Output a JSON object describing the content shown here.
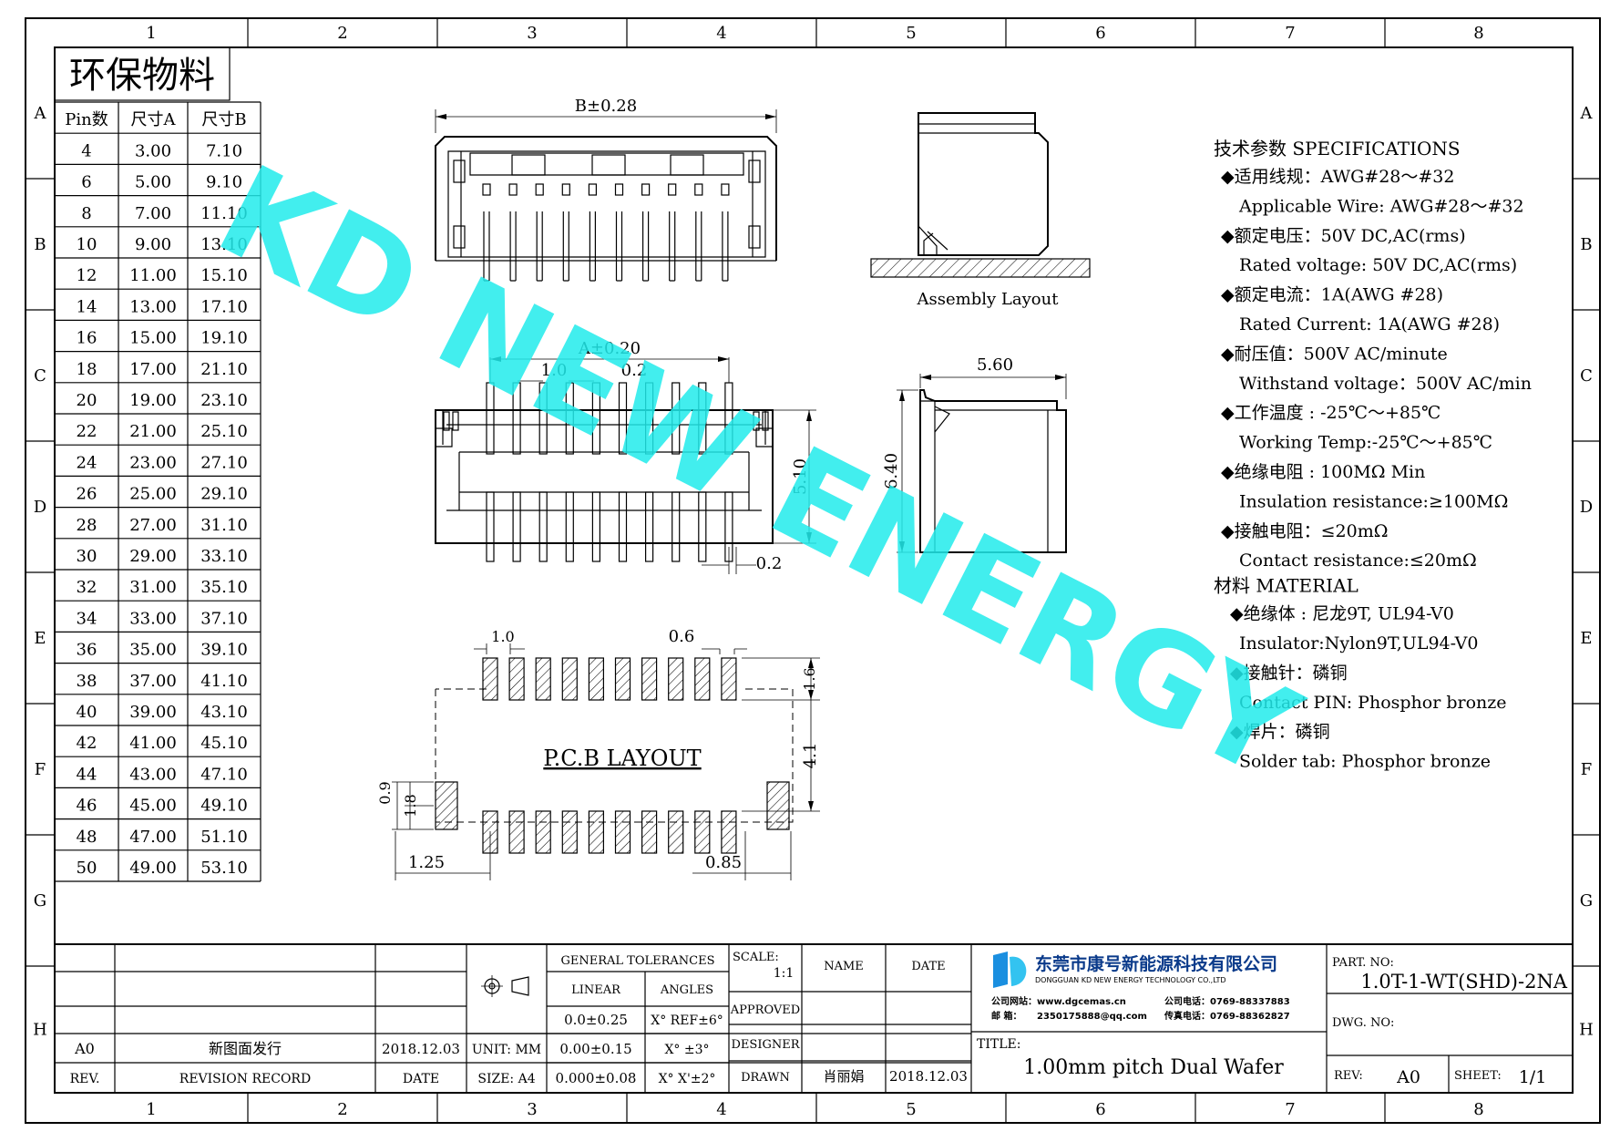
{
  "grid": {
    "columns": [
      "1",
      "2",
      "3",
      "4",
      "5",
      "6",
      "7",
      "8"
    ],
    "rows": [
      "A",
      "B",
      "C",
      "D",
      "E",
      "F",
      "G",
      "H"
    ]
  },
  "eco_label": "环保物料",
  "size_table": {
    "headers": [
      "Pin数",
      "尺寸A",
      "尺寸B"
    ],
    "rows": [
      [
        "4",
        "3.00",
        "7.10"
      ],
      [
        "6",
        "5.00",
        "9.10"
      ],
      [
        "8",
        "7.00",
        "11.10"
      ],
      [
        "10",
        "9.00",
        "13.10"
      ],
      [
        "12",
        "11.00",
        "15.10"
      ],
      [
        "14",
        "13.00",
        "17.10"
      ],
      [
        "16",
        "15.00",
        "19.10"
      ],
      [
        "18",
        "17.00",
        "21.10"
      ],
      [
        "20",
        "19.00",
        "23.10"
      ],
      [
        "22",
        "21.00",
        "25.10"
      ],
      [
        "24",
        "23.00",
        "27.10"
      ],
      [
        "26",
        "25.00",
        "29.10"
      ],
      [
        "28",
        "27.00",
        "31.10"
      ],
      [
        "30",
        "29.00",
        "33.10"
      ],
      [
        "32",
        "31.00",
        "35.10"
      ],
      [
        "34",
        "33.00",
        "37.10"
      ],
      [
        "36",
        "35.00",
        "39.10"
      ],
      [
        "38",
        "37.00",
        "41.10"
      ],
      [
        "40",
        "39.00",
        "43.10"
      ],
      [
        "42",
        "41.00",
        "45.10"
      ],
      [
        "44",
        "43.00",
        "47.10"
      ],
      [
        "46",
        "45.00",
        "49.10"
      ],
      [
        "48",
        "47.00",
        "51.10"
      ],
      [
        "50",
        "49.00",
        "53.10"
      ]
    ]
  },
  "dimensions": {
    "b_tol": "B±0.28",
    "a_tol": "A±0.20",
    "pitch": "1.0",
    "pin_w": "0.2",
    "height_510": "5.10",
    "tail_02": "0.2",
    "depth_560": "5.60",
    "height_640": "6.40",
    "pad_pitch": "1.0",
    "pad_w": "0.6",
    "pad_len": "1.6",
    "span_41": "4.1",
    "tab_09": "0.9",
    "tab_18": "1.8",
    "off_125": "1.25",
    "off_085": "0.85"
  },
  "assembly_label": "Assembly Layout",
  "pcb_label": "P.C.B LAYOUT",
  "watermark": "KD NEW ENERGY",
  "specs": {
    "heading": "技术参数  SPECIFICATIONS",
    "lines": [
      "◆适用线规：AWG#28～#32",
      "Applicable Wire: AWG#28～#32",
      "◆额定电压：50V DC,AC(rms)",
      "Rated voltage: 50V DC,AC(rms)",
      "◆额定电流：1A(AWG #28)",
      "Rated Current: 1A(AWG #28)",
      "◆耐压值：500V AC/minute",
      "Withstand voltage：500V AC/min",
      "◆工作温度 : -25℃～+85℃",
      "Working Temp:-25℃～+85℃",
      "◆绝缘电阻 : 100MΩ Min",
      "Insulation resistance:≥100MΩ",
      "◆接触电阻：≤20mΩ",
      "Contact resistance:≤20mΩ"
    ],
    "material_heading": "材料  MATERIAL",
    "material_lines": [
      "◆绝缘体 : 尼龙9T, UL94-V0",
      "Insulator:Nylon9T,UL94-V0",
      "◆接触针：磷铜",
      "Contact PIN: Phosphor bronze",
      "◆焊片：磷铜",
      "Solder tab: Phosphor bronze"
    ]
  },
  "title_block": {
    "rev_value": "A0",
    "revision_text": "新图面发行",
    "revision_date": "2018.12.03",
    "rev_header": "REV.",
    "revision_record_header": "REVISION RECORD",
    "date_header": "DATE",
    "unit": "UNIT: MM",
    "size": "SIZE: A4",
    "general_tolerances": "GENERAL TOLERANCES",
    "linear": "LINEAR",
    "angles": "ANGLES",
    "tol_1": "0.0±0.25",
    "tol_2": "0.00±0.15",
    "tol_3": "0.000±0.08",
    "ang_1": "X° REF±6°",
    "ang_2": "X° ±3°",
    "ang_3": "X° X'±2°",
    "scale_label": "SCALE:",
    "scale_value": "1:1",
    "name_header": "NAME",
    "date_header2": "DATE",
    "approved": "APPROVED",
    "designer": "DESIGNER",
    "drawn": "DRAWN",
    "drawn_name": "肖丽娟",
    "drawn_date": "2018.12.03",
    "company_cn": "东莞市康号新能源科技有限公司",
    "company_en": "DONGGUAN KD NEW ENERGY TECHNOLOGY CO.,LTD",
    "website_label": "公司网站：",
    "website": "www.dgcemas.cn",
    "phone_label": "公司电话：",
    "phone": "0769-88337883",
    "email_label": "邮    箱：",
    "email": "2350175888@qq.com",
    "fax_label": "传真电话：",
    "fax": "0769-88362827",
    "title_label": "TITLE:",
    "title": "1.00mm pitch Dual Wafer",
    "part_no_label": "PART. NO:",
    "part_no": "1.0T-1-WT(SHD)-2NA",
    "dwg_no_label": "DWG. NO:",
    "rev_label": "REV:",
    "rev": "A0",
    "sheet_label": "SHEET:",
    "sheet": "1/1"
  }
}
